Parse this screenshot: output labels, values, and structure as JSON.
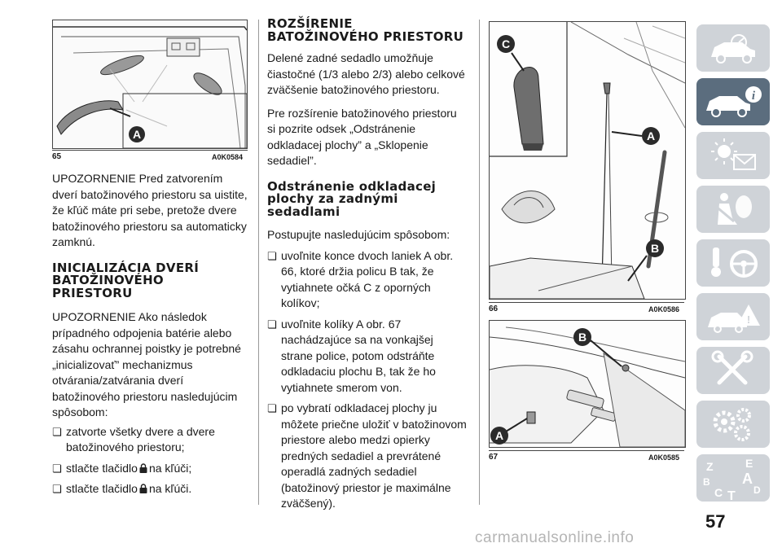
{
  "figures": {
    "fig65": {
      "number": "65",
      "code": "A0K0584",
      "callouts": [
        "A"
      ]
    },
    "fig66": {
      "number": "66",
      "code": "A0K0586",
      "callouts": [
        "C",
        "A",
        "B"
      ]
    },
    "fig67": {
      "number": "67",
      "code": "A0K0585",
      "callouts": [
        "B",
        "A"
      ]
    }
  },
  "col1": {
    "warning1": "UPOZORNENIE Pred zatvorením dverí batožinového priestoru sa uistite, že kľúč máte pri sebe, pretože dvere batožinového priestoru sa automaticky zamknú.",
    "heading1": "INICIALIZÁCIA DVERÍ BATOŽINOVÉHO PRIESTORU",
    "warning2": "UPOZORNENIE Ako následok prípadného odpojenia batérie alebo zásahu ochrannej poistky je potrebné „inicializovať” mechanizmus otvárania/zatvárania dverí batožinového priestoru nasledujúcim spôsobom:",
    "bullet1": "zatvorte všetky dvere a dvere batožinového priestoru;",
    "bullet2_pre": "stlačte tlačidlo",
    "bullet2_post": "na kľúči;",
    "bullet3_pre": "stlačte tlačidlo",
    "bullet3_post": "na kľúči."
  },
  "col2": {
    "heading1": "ROZŠÍRENIE BATOŽINOVÉHO PRIESTORU",
    "para1": "Delené zadné sedadlo umožňuje čiastočné (1/3 alebo 2/3) alebo celkové zväčšenie batožinového priestoru.",
    "para2": "Pre rozšírenie batožinového priestoru si pozrite odsek „Odstránenie odkladacej plochy” a „Sklopenie sedadiel”.",
    "heading2": "Odstránenie odkladacej plochy za zadnými sedadlami",
    "intro": "Postupujte nasledujúcim spôsobom:",
    "bullet1": "uvoľnite konce dvoch laniek A obr. 66, ktoré držia policu B tak, že vytiahnete očká C z oporných kolíkov;",
    "bullet2": "uvoľnite kolíky A obr. 67 nachádzajúce sa na vonkajšej strane police, potom odstráňte odkladaciu plochu B, tak že ho vytiahnete smerom von.",
    "bullet3": "po vybratí odkladacej plochy ju môžete priečne uložiť v batožinovom priestore alebo medzi opierky predných sedadiel a prevrátené operadlá zadných sedadiel (batožinový priestor je maximálne zväčšený)."
  },
  "sidebar": {
    "tabs": [
      {
        "icon": "dashboard-car-icon",
        "active": false
      },
      {
        "icon": "car-info-icon",
        "active": true
      },
      {
        "icon": "lights-warning-icon",
        "active": false
      },
      {
        "icon": "airbag-safety-icon",
        "active": false
      },
      {
        "icon": "starting-driving-icon",
        "active": false
      },
      {
        "icon": "emergency-icon",
        "active": false
      },
      {
        "icon": "maintenance-tools-icon",
        "active": false
      },
      {
        "icon": "technical-data-gears-icon",
        "active": false
      },
      {
        "icon": "index-letters-icon",
        "active": false
      }
    ],
    "index_letters": [
      "Z",
      "E",
      "B",
      "A",
      "C",
      "D",
      "T"
    ]
  },
  "page_number": "57",
  "watermark": "carmanualsonline.info"
}
